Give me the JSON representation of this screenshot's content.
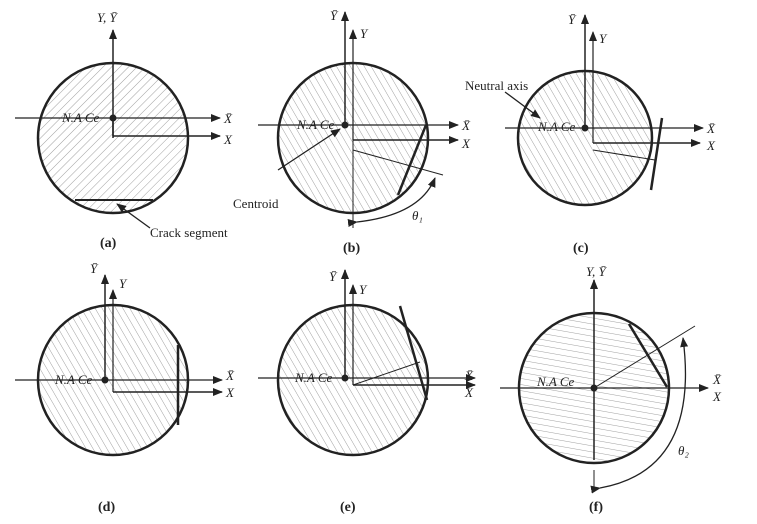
{
  "colors": {
    "ink": "#222222",
    "hatch": "#888888"
  },
  "labels": {
    "na_ce": "N.A Ce",
    "y_ybar": "Y, Ȳ",
    "ybar": "Ȳ",
    "y": "Y",
    "xbar": "X̄",
    "x": "X",
    "crack_segment": "Crack segment",
    "centroid": "Centroid",
    "neutral_axis": "Neutral axis",
    "theta1": "θ₁",
    "theta2": "θ₂"
  },
  "panels": [
    {
      "caption": "(a)"
    },
    {
      "caption": "(b)"
    },
    {
      "caption": "(c)"
    },
    {
      "caption": "(d)"
    },
    {
      "caption": "(e)"
    },
    {
      "caption": "(f)"
    }
  ]
}
